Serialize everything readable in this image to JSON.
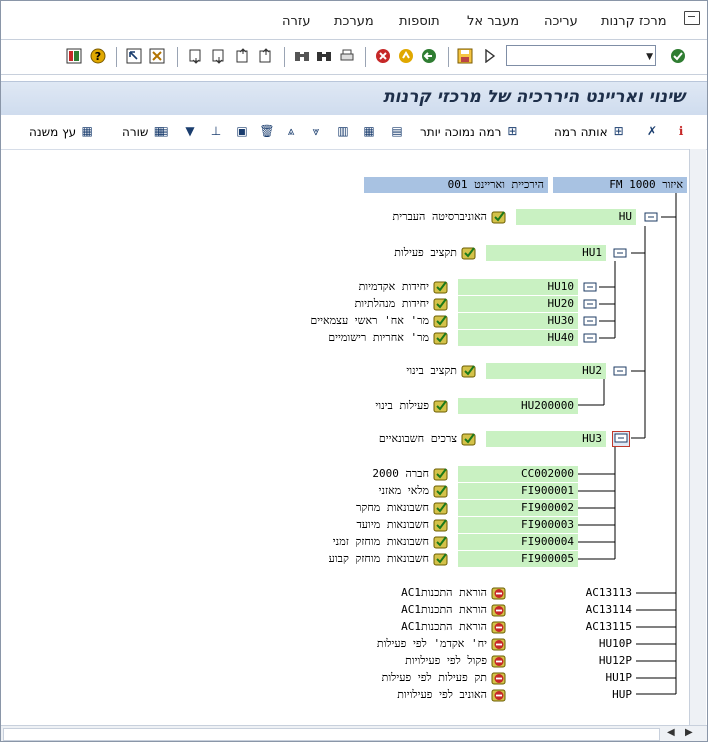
{
  "menu": {
    "items": [
      "מרכז קרנות",
      "עריכה",
      "מעבר אל",
      "תוספות",
      "מערכת",
      "עזרה"
    ]
  },
  "toolbar": {
    "command_value": ""
  },
  "title": "שינוי ואריינט היררכיה של מרכזי קרנות",
  "app_toolbar": {
    "same_level": "אותה רמה",
    "lower_level": "רמה נמוכה יותר",
    "row": "שורה",
    "change_tree": "עץ משנה"
  },
  "headers": {
    "area": "איזור FM 1000",
    "variant": "הירכיית ואריינט 001"
  },
  "nodes": [
    {
      "code": "HU",
      "desc": "האוניברסיטה העברית"
    },
    {
      "code": "HU1",
      "desc": "תקציב פעילות"
    },
    {
      "code": "HU10",
      "desc": "יחידות אקדמיות"
    },
    {
      "code": "HU20",
      "desc": "יחידות מנהלתיות"
    },
    {
      "code": "HU30",
      "desc": "מר' אח' ראשי עצמאיים"
    },
    {
      "code": "HU40",
      "desc": "מר' אחריות רישומיים"
    },
    {
      "code": "HU2",
      "desc": "תקציב בינוי"
    },
    {
      "code": "HU200000",
      "desc": "פעילות בינוי"
    },
    {
      "code": "HU3",
      "desc": "צרכים חשבונאיים"
    },
    {
      "code": "CC002000",
      "desc": "חברה 2000"
    },
    {
      "code": "FI900001",
      "desc": "מלאי מאזני"
    },
    {
      "code": "FI900002",
      "desc": "חשבונאות מחקר"
    },
    {
      "code": "FI900003",
      "desc": "חשבונאות מיועד"
    },
    {
      "code": "FI900004",
      "desc": "חשבונאות מוחזק זמני"
    },
    {
      "code": "FI900005",
      "desc": "חשבונאות מוחזק קבוע"
    },
    {
      "code": "AC13113",
      "desc": "הוראת התכנותAC1"
    },
    {
      "code": "AC13114",
      "desc": "הוראת התכנותAC1"
    },
    {
      "code": "AC13115",
      "desc": "הוראת התכנותAC1"
    },
    {
      "code": "HU10P",
      "desc": "יח' אקדמ' לפי פעילות"
    },
    {
      "code": "HU12P",
      "desc": "פקול לפי פעילויות"
    },
    {
      "code": "HU1P",
      "desc": "תק פעילות לפי פעילות"
    },
    {
      "code": "HUP",
      "desc": "האוניב לפי פעילויות"
    }
  ],
  "colors": {
    "code_bg": "#c9f1c2",
    "header_bg": "#a8c2e2",
    "title_bg": "#d6e2f2"
  }
}
